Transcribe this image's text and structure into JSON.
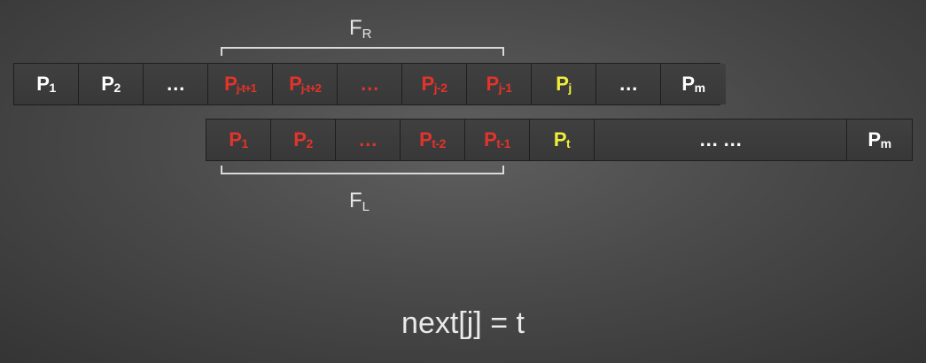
{
  "colors": {
    "red": "#e4332a",
    "yellow": "#f0ee3a",
    "white": "#ffffff"
  },
  "top_row": [
    {
      "base": "P",
      "sub": "1",
      "color": "white"
    },
    {
      "base": "P",
      "sub": "2",
      "color": "white"
    },
    {
      "base": "…",
      "sub": "",
      "color": "white"
    },
    {
      "base": "P",
      "sub": "j-t+1",
      "color": "red"
    },
    {
      "base": "P",
      "sub": "j-t+2",
      "color": "red"
    },
    {
      "base": "…",
      "sub": "",
      "color": "red"
    },
    {
      "base": "P",
      "sub": "j-2",
      "color": "red"
    },
    {
      "base": "P",
      "sub": "j-1",
      "color": "red"
    },
    {
      "base": "P",
      "sub": "j",
      "color": "yellow"
    },
    {
      "base": "…",
      "sub": "",
      "color": "white"
    },
    {
      "base": "P",
      "sub": "m",
      "color": "white"
    }
  ],
  "bottom_row": [
    {
      "base": "P",
      "sub": "1",
      "color": "red"
    },
    {
      "base": "P",
      "sub": "2",
      "color": "red"
    },
    {
      "base": "…",
      "sub": "",
      "color": "red"
    },
    {
      "base": "P",
      "sub": "t-2",
      "color": "red"
    },
    {
      "base": "P",
      "sub": "t-1",
      "color": "red"
    },
    {
      "base": "P",
      "sub": "t",
      "color": "yellow"
    },
    {
      "base": "… …",
      "sub": "",
      "color": "white",
      "wide": true
    },
    {
      "base": "P",
      "sub": "m",
      "color": "white"
    }
  ],
  "labels": {
    "fr_base": "F",
    "fr_sub": "R",
    "fl_base": "F",
    "fl_sub": "L"
  },
  "equation": "next[j] = t"
}
